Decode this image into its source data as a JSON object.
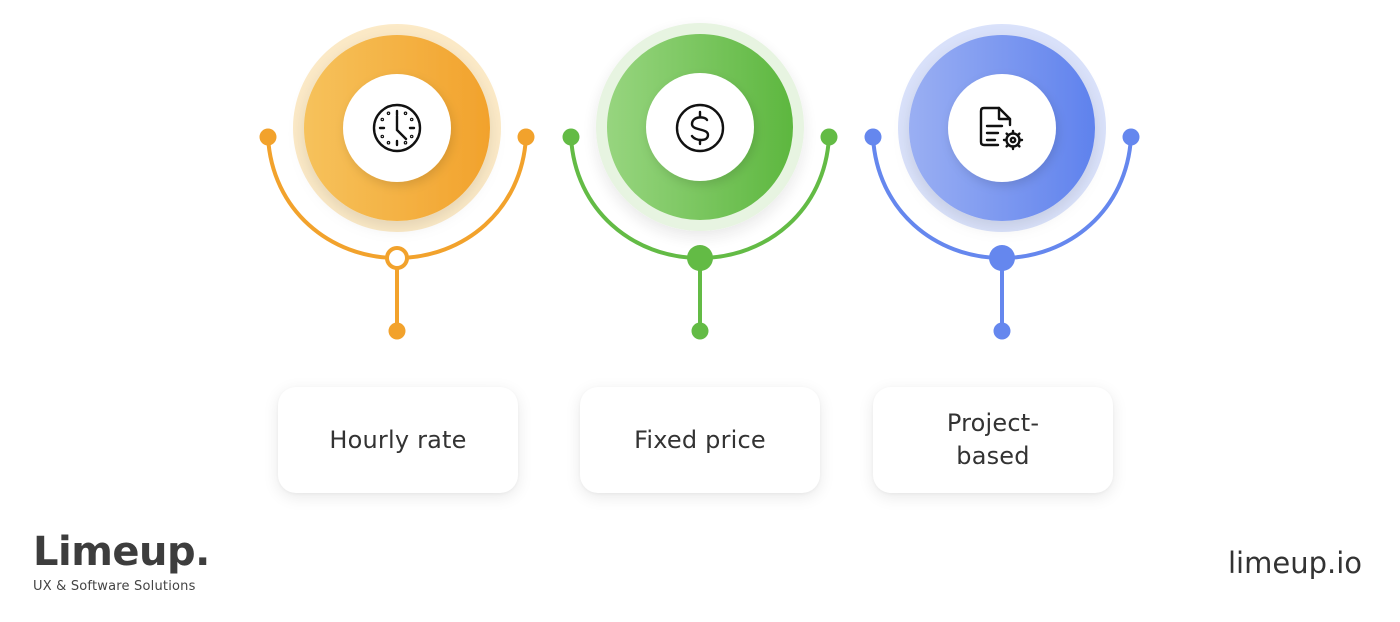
{
  "colors": {
    "orange": "#F2A22C",
    "orange_light": "#F6C765",
    "green": "#63BB45",
    "green_light": "#9AD98A",
    "blue": "#6587EE",
    "blue_light": "#9EB3F5",
    "text": "#333333",
    "background": "#FFFFFF"
  },
  "pricing_models": [
    {
      "label": "Hourly rate",
      "icon": "clock-icon",
      "color": "#F2A22C",
      "node_style": "hollow"
    },
    {
      "label": "Fixed price",
      "icon": "dollar-coin-icon",
      "color": "#63BB45",
      "node_style": "filled"
    },
    {
      "label": "Project-based",
      "icon": "document-gear-icon",
      "color": "#6587EE",
      "node_style": "filled"
    }
  ],
  "cards": {
    "hourly": {
      "label": "Hourly rate"
    },
    "fixed": {
      "label": "Fixed price"
    },
    "project_line1": "Project-",
    "project_line2": "based"
  },
  "footer": {
    "brand": "Limeup.",
    "tagline": "UX & Software Solutions",
    "url": "limeup.io"
  }
}
